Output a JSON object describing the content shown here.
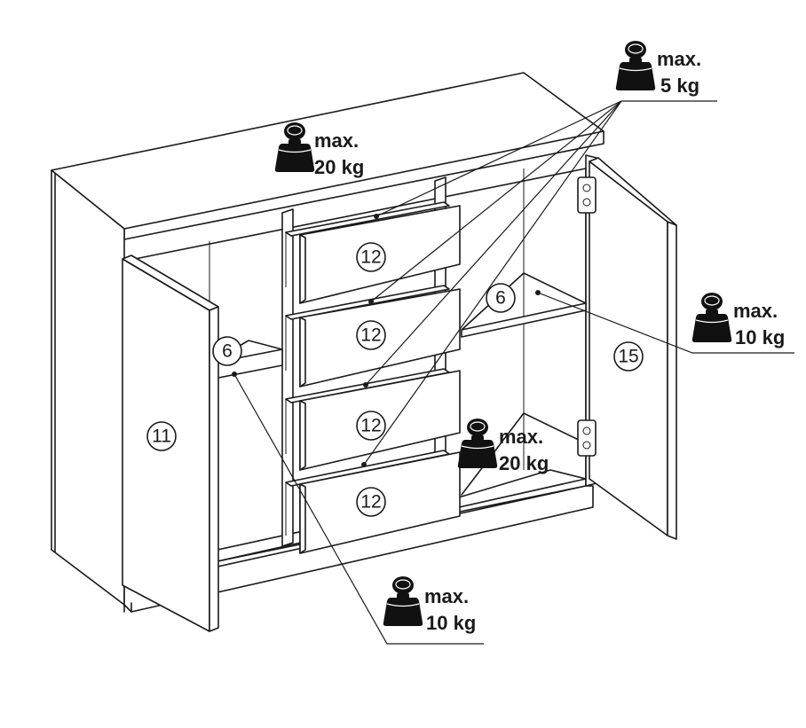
{
  "part_numbers": {
    "left_door": "11",
    "right_door": "15",
    "drawer_front": "12",
    "shelf": "6"
  },
  "load_limits": {
    "drawer_top": {
      "line1": "max.",
      "line2": "5 kg",
      "icon": "weight-icon"
    },
    "top_surface": {
      "line1": "max.",
      "line2": "20 kg",
      "icon": "weight-icon"
    },
    "right_shelf": {
      "line1": "max.",
      "line2": "10 kg",
      "icon": "weight-icon"
    },
    "bottom_compartment": {
      "line1": "max.",
      "line2": "20 kg",
      "icon": "weight-icon"
    },
    "left_shelf": {
      "line1": "max.",
      "line2": "10 kg",
      "icon": "weight-icon"
    }
  }
}
